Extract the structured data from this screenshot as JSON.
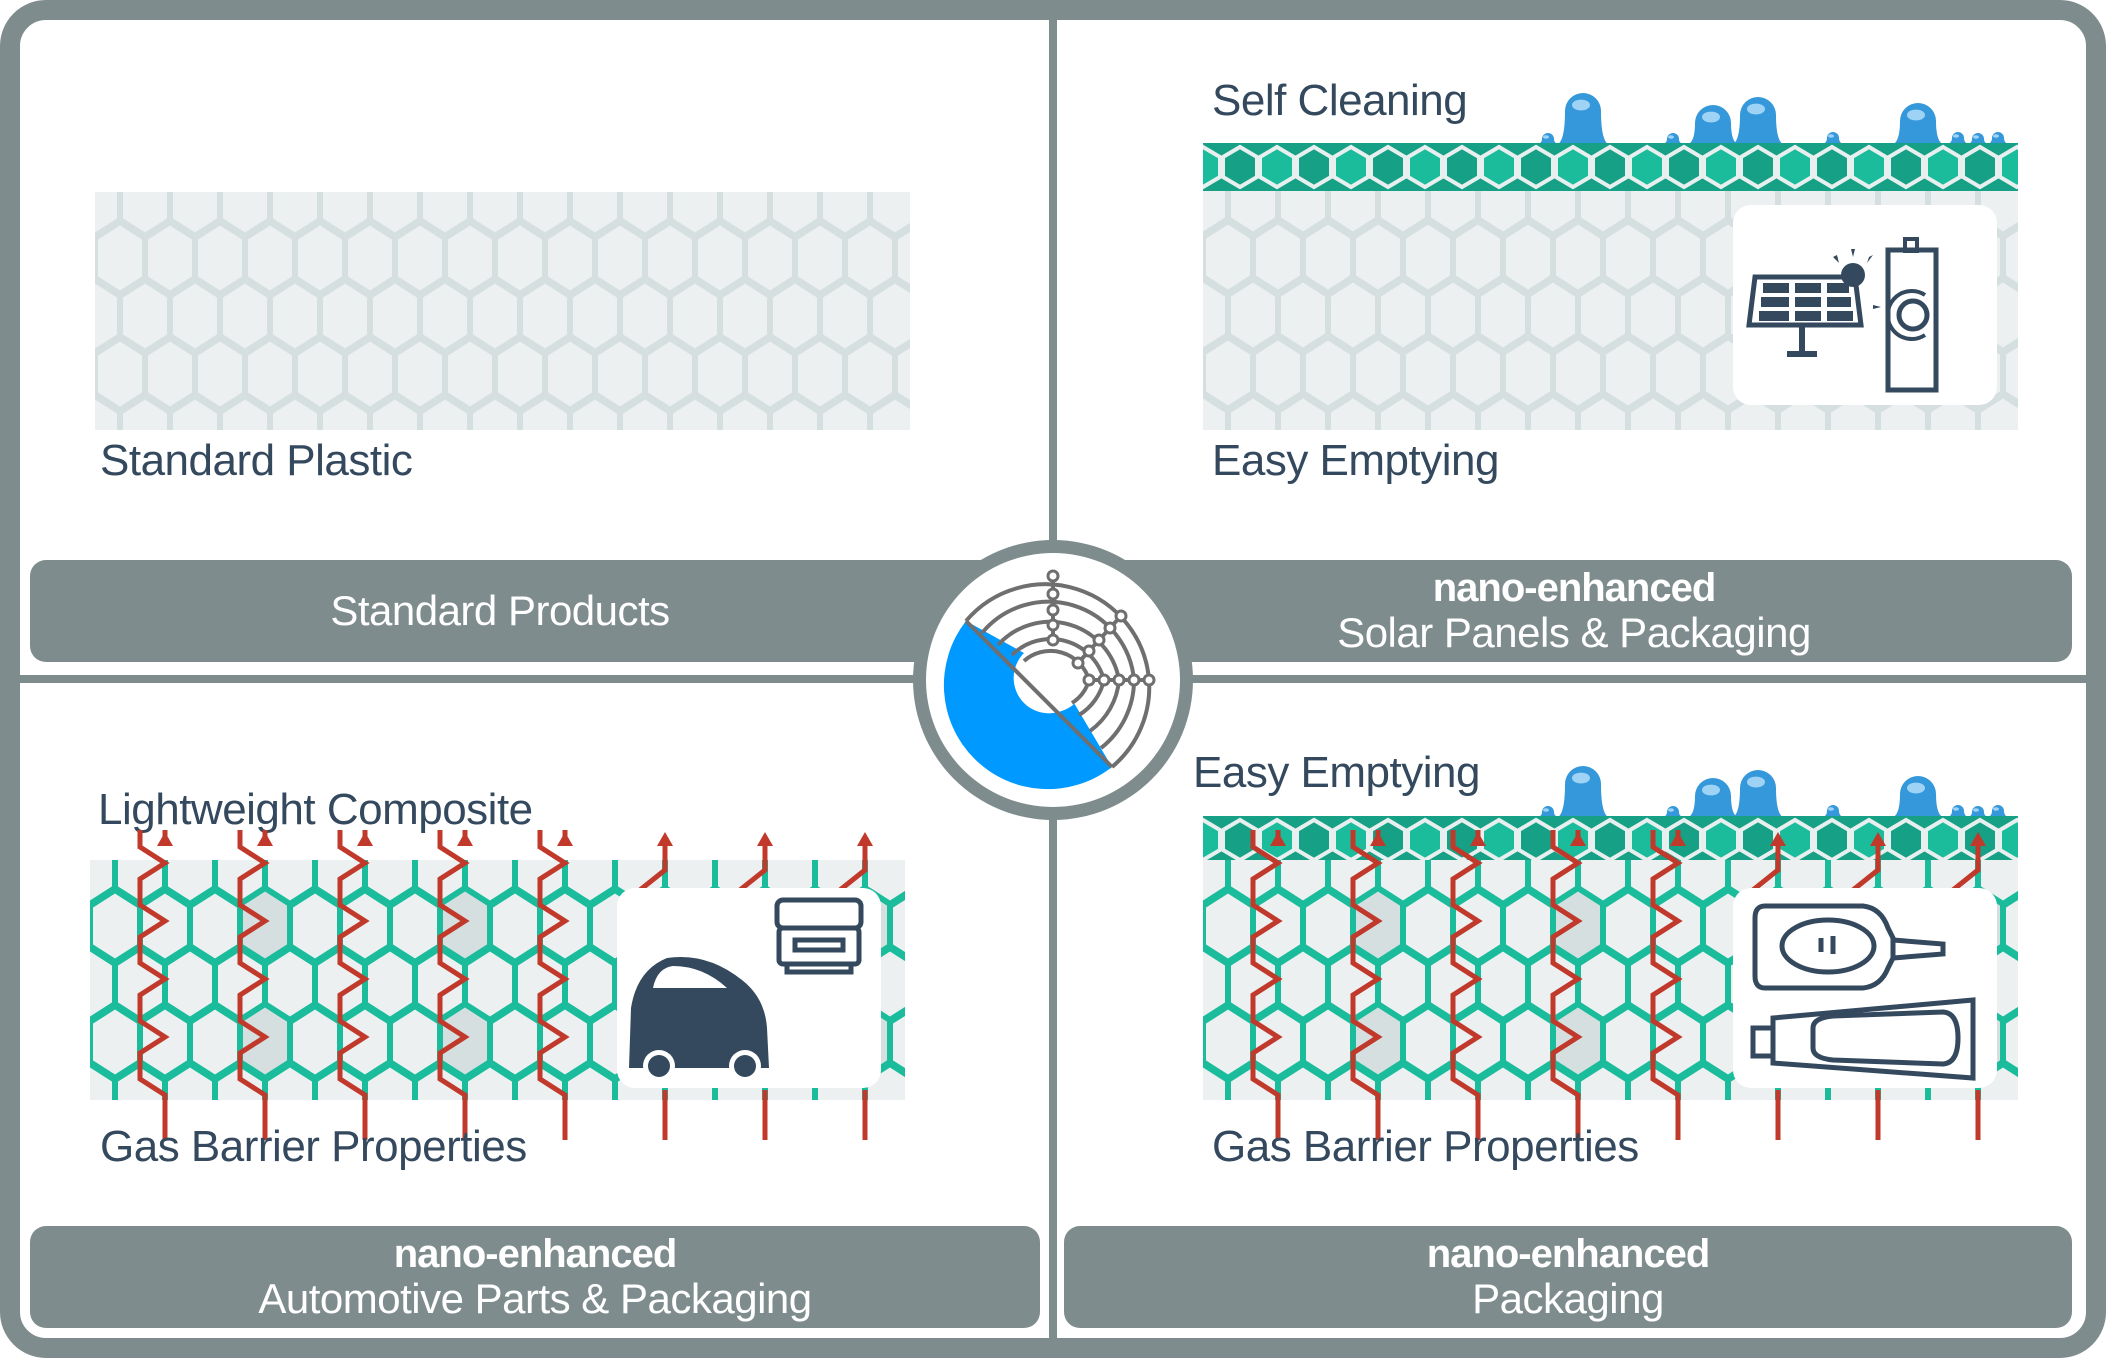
{
  "colors": {
    "frame": "#7f8c8d",
    "text_dark": "#34495e",
    "hex_light_fill": "#ecf0f1",
    "hex_light_stroke": "#d5dfe0",
    "teal": "#1abc9c",
    "teal_dark": "#16a085",
    "gas_red": "#c0392b",
    "drop_blue": "#3498db",
    "logo_blue": "#0099ff",
    "icon_navy": "#34495e"
  },
  "quadrants": {
    "top_left": {
      "material_label": "Standard Plastic",
      "bar_title": "Standard Products"
    },
    "top_right": {
      "top_label": "Self Cleaning",
      "bottom_label": "Easy Emptying",
      "bar_bold": "nano-enhanced",
      "bar_title": "Solar Panels & Packaging",
      "icons": [
        "solar-panel-icon",
        "water-heater-icon"
      ]
    },
    "bottom_left": {
      "top_label": "Lightweight Composite",
      "bottom_label": "Gas Barrier Properties",
      "bar_bold": "nano-enhanced",
      "bar_title": "Automotive Parts & Packaging",
      "icons": [
        "container-jar-icon",
        "car-icon"
      ]
    },
    "bottom_right": {
      "top_label": "Easy Emptying",
      "bottom_label": "Gas Barrier Properties",
      "bar_bold": "nano-enhanced",
      "bar_title": "Packaging",
      "icons": [
        "squeeze-bottle-icon",
        "tube-icon"
      ]
    }
  },
  "center_logo": {
    "icon": "nano-logo-icon"
  }
}
